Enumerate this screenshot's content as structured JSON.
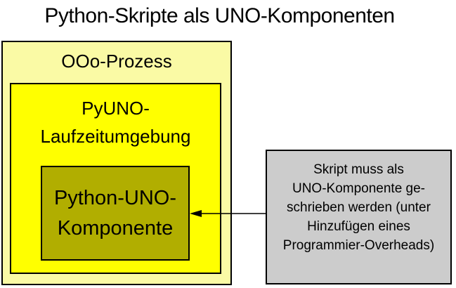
{
  "title": "Python-Skripte als UNO-Komponenten",
  "colors": {
    "background": "#FFFFFF",
    "outer_box": "#FAFAA5",
    "runtime_box": "#FFFF00",
    "component_box": "#B1AE00",
    "note_box": "#CCCCCC",
    "border": "#000000",
    "text": "#000000"
  },
  "diagram": {
    "outer_box": {
      "label": "OOo-Prozess"
    },
    "runtime_box": {
      "label_line1": "PyUNO-",
      "label_line2": "Laufzeitumgebung"
    },
    "component_box": {
      "label_line1": "Python-UNO-",
      "label_line2": "Komponente"
    },
    "note": {
      "lines": [
        "Skript muss als",
        "UNO-Komponente ge-",
        "schrieben werden (unter",
        "Hinzufügen eines",
        "Programmier-Overheads)"
      ]
    },
    "arrow": {
      "direction": "left",
      "from": "note-box",
      "to": "component-box"
    }
  }
}
